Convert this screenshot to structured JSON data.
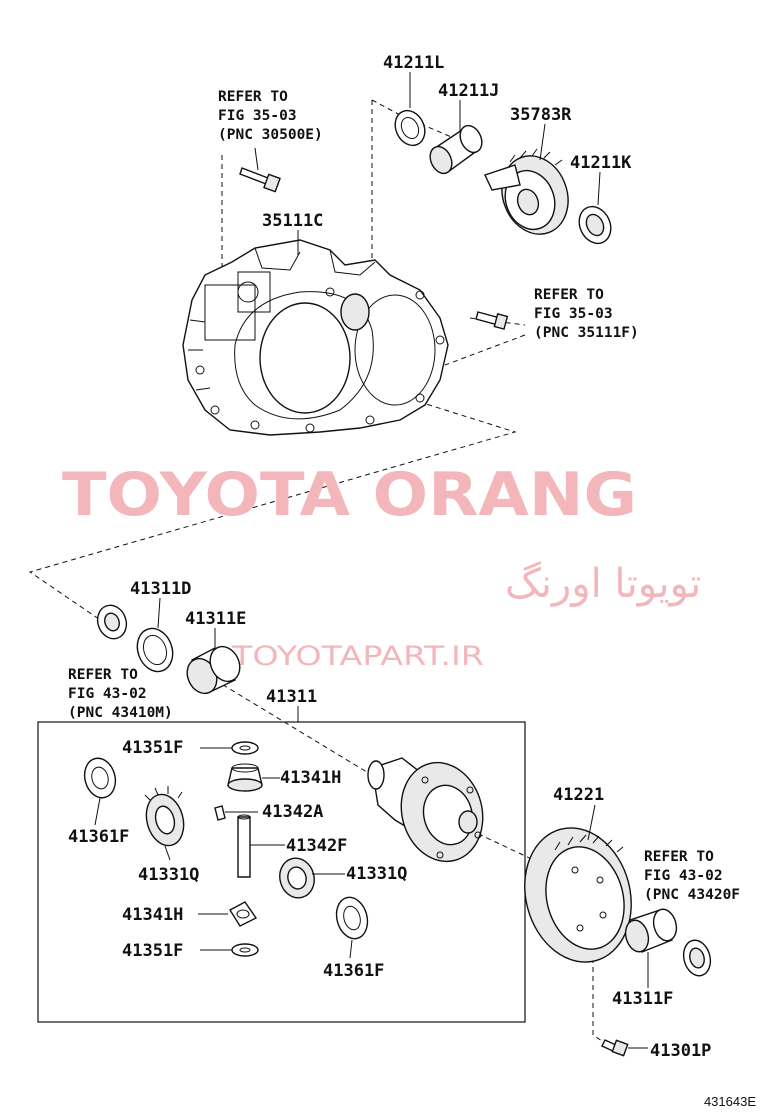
{
  "watermark": {
    "main": "TOYOTA ORANG",
    "farsi": "تویوتا اورنگ",
    "url": "TOYOTAPART.IR"
  },
  "parts": {
    "p41211L": "41211L",
    "p41211J": "41211J",
    "p35783R": "35783R",
    "p41211K": "41211K",
    "p35111C": "35111C",
    "p41311D": "41311D",
    "p41311E": "41311E",
    "p41311": "41311",
    "p41351F_top": "41351F",
    "p41341H_top": "41341H",
    "p41342A": "41342A",
    "p41342F": "41342F",
    "p41361F_left": "41361F",
    "p41331Q_left": "41331Q",
    "p41331Q_right": "41331Q",
    "p41341H_bot": "41341H",
    "p41351F_bot": "41351F",
    "p41361F_bot": "41361F",
    "p41221": "41221",
    "p41311F": "41311F",
    "p41301P": "41301P"
  },
  "refs": {
    "r1": {
      "l1": "REFER TO",
      "l2": "FIG 35-03",
      "l3": "(PNC 30500E)"
    },
    "r2": {
      "l1": "REFER TO",
      "l2": "FIG 35-03",
      "l3": "(PNC 35111F)"
    },
    "r3": {
      "l1": "REFER TO",
      "l2": "FIG 43-02",
      "l3": "(PNC 43410M)"
    },
    "r4": {
      "l1": "REFER TO",
      "l2": "FIG 43-02",
      "l3": "(PNC 43420F"
    }
  },
  "figure_id": "431643E"
}
